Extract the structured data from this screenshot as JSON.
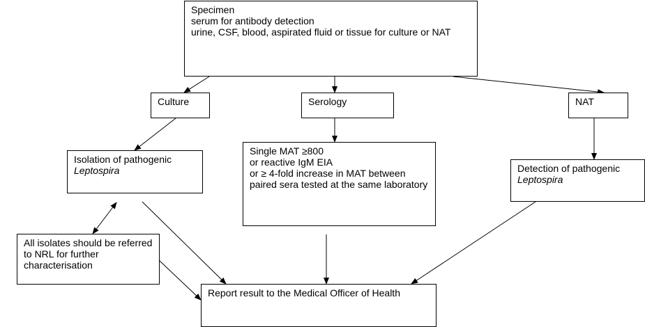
{
  "nodes": {
    "specimen": {
      "title": "Specimen",
      "line1": "serum for antibody detection",
      "line2": "urine, CSF, blood, aspirated fluid or tissue for culture or NAT"
    },
    "culture": {
      "label": "Culture"
    },
    "serology": {
      "label": "Serology"
    },
    "nat": {
      "label": "NAT"
    },
    "isolation": {
      "text": "Isolation of pathogenic",
      "organism": "Leptospira"
    },
    "serology_result": {
      "line1": "Single MAT ≥800",
      "line2": "or reactive IgM EIA",
      "line3": "or ≥ 4-fold increase in MAT between paired sera tested at the same laboratory"
    },
    "detection": {
      "text": "Detection of pathogenic",
      "organism": "Leptospira"
    },
    "referral": {
      "text": "All isolates should be referred to NRL for further characterisation"
    },
    "report": {
      "text": "Report result to the Medical Officer of Health"
    }
  },
  "colors": {
    "stroke": "#000000",
    "background": "#ffffff"
  }
}
